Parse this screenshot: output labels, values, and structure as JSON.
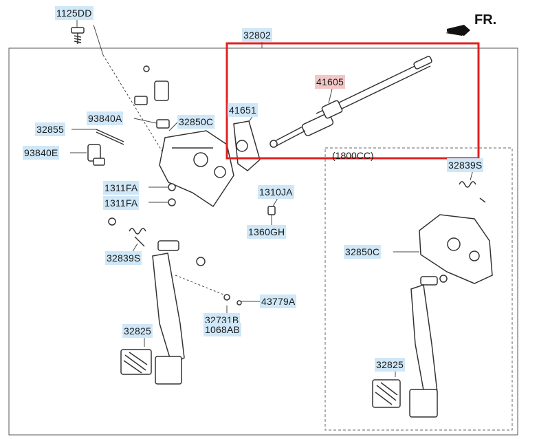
{
  "diagram": {
    "direction_label": "FR.",
    "variant_label": "(1800CC)",
    "highlight_color": "#e02020",
    "label_bg_color": "#cfe7f7",
    "highlight_label_bg_color": "#f2c7c7",
    "labels": {
      "bolt": "1125DD",
      "assembly": "32802",
      "master_cylinder": "41605",
      "gasket": "41651",
      "switch_a": "93840A",
      "bracket_left": "32850C",
      "shaft": "32855",
      "switch_e": "93840E",
      "nut_1": "1311FA",
      "nut_2": "1311FA",
      "clip": "1310JA",
      "bushing": "1360GH",
      "spring_left": "32839S",
      "pin": "43779A",
      "washer": "32731B",
      "washer_2": "1068AB",
      "pedal_left": "32825",
      "spring_right": "32839S",
      "bracket_right": "32850C",
      "pedal_right": "32825"
    }
  }
}
